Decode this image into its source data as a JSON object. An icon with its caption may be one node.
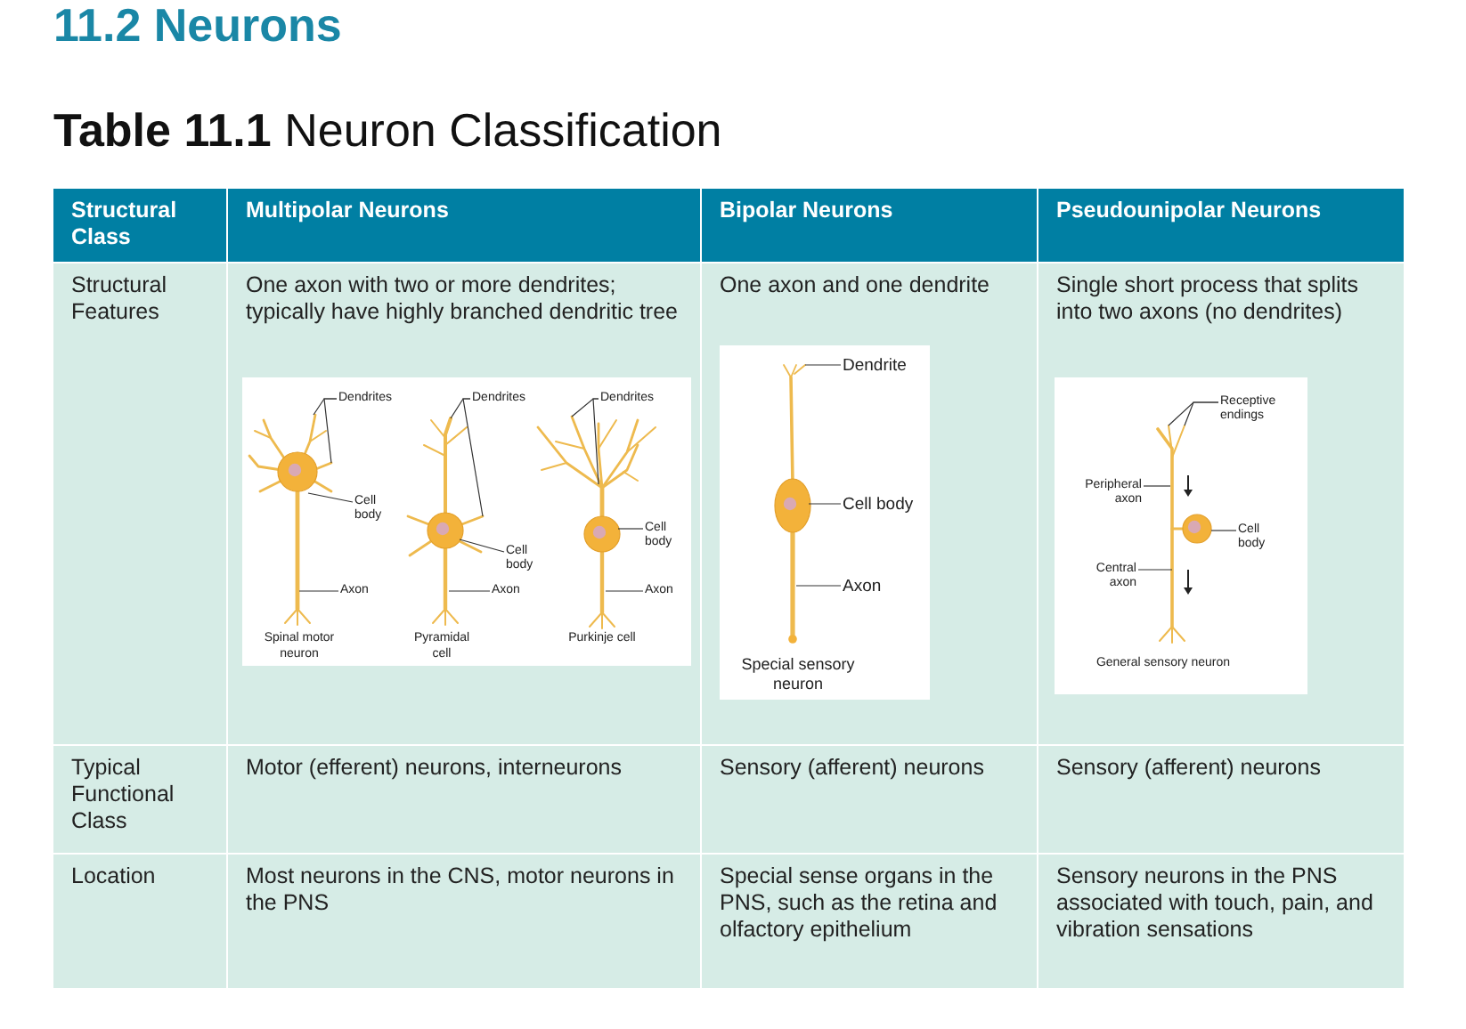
{
  "diagram": {
    "title": "11.2 Neurons",
    "nodes": [
      {
        "text": [
          "Dendrites"
        ]
      },
      {
        "text": [
          "Cell body"
        ]
      },
      {
        "text": [
          "Axon"
        ]
      },
      {
        "text": [
          "Dendrites"
        ]
      },
      {
        "text": [
          "Cell body"
        ]
      },
      {
        "text": [
          "Axon"
        ]
      },
      {
        "text": [
          "Dendrites"
        ]
      },
      {
        "text": [
          "Cell body"
        ]
      },
      {
        "text": [
          "Axon"
        ]
      },
      {
        "text": [
          "Dendrite"
        ]
      },
      {
        "text": [
          "Cell body"
        ]
      },
      {
        "text": [
          "Axon"
        ]
      },
      {
        "text": [
          "Receptive endings"
        ]
      },
      {
        "text": [
          "Peripheral axon"
        ]
      },
      {
        "text": [
          "Cell body"
        ]
      },
      {
        "text": [
          "Central axon"
        ]
      },
      {
        "text": [],
        "shape": "picture",
        "beside": [
          "Spinal motor neuron"
        ]
      },
      {
        "text": [],
        "shape": "picture",
        "beside": [
          "Pyramidal cell"
        ]
      },
      {
        "text": [],
        "shape": "picture",
        "beside": [
          "Purkinje cell"
        ]
      },
      {
        "text": [],
        "shape": "picture",
        "beside": [
          "Special sensory neuron"
        ]
      },
      {
        "text": [],
        "shape": "picture",
        "beside": [
          "General sensory neuron"
        ]
      }
    ],
    "edges": [
      {
        "from": 0,
        "to": 16,
        "arrow": "none"
      },
      {
        "from": 0,
        "to": 16,
        "arrow": "none"
      },
      {
        "from": 1,
        "to": 16,
        "arrow": "none"
      },
      {
        "from": 2,
        "to": 16,
        "arrow": "none"
      },
      {
        "from": 3,
        "to": 17,
        "arrow": "none"
      },
      {
        "from": 3,
        "to": 17,
        "arrow": "none"
      },
      {
        "from": 4,
        "to": 17,
        "arrow": "none"
      },
      {
        "from": 5,
        "to": 17,
        "arrow": "none"
      },
      {
        "from": 6,
        "to": 18,
        "arrow": "none"
      },
      {
        "from": 6,
        "to": 18,
        "arrow": "none"
      },
      {
        "from": 7,
        "to": 18,
        "arrow": "none"
      },
      {
        "from": 8,
        "to": 18,
        "arrow": "none"
      },
      {
        "from": 9,
        "to": 19,
        "arrow": "none"
      },
      {
        "from": 10,
        "to": 19,
        "arrow": "none"
      },
      {
        "from": 11,
        "to": 19,
        "arrow": "none"
      },
      {
        "from": 12,
        "to": 20,
        "arrow": "none"
      },
      {
        "from": 12,
        "to": 20,
        "arrow": "none"
      },
      {
        "from": 13,
        "to": 20,
        "arrow": "none"
      },
      {
        "from": 14,
        "to": 20,
        "arrow": "none"
      },
      {
        "from": 15,
        "to": 20,
        "arrow": "none"
      }
    ],
    "labels": [
      "**Table 11.1** Neuron Classification",
      "Structural Class",
      "Multipolar Neurons",
      "Bipolar Neurons",
      "Pseudounipolar Neurons",
      "Structural Features",
      "One axon with two or more dendrites; typically have highly branched dendritic tree",
      "One axon and one dendrite",
      "Single short process that splits into two axons (no dendrites)",
      "Typical Functional Class",
      "Motor (efferent) neurons, interneurons",
      "Sensory (afferent) neurons",
      "Sensory (afferent) neurons",
      "Location",
      "Most neurons in the CNS, motor neurons in the PNS",
      "Special sense organs in the PNS, such as the retina and olfactory epithelium",
      "Sensory neurons in the PNS associated with touch, pain, and vibration sensations"
    ]
  }
}
